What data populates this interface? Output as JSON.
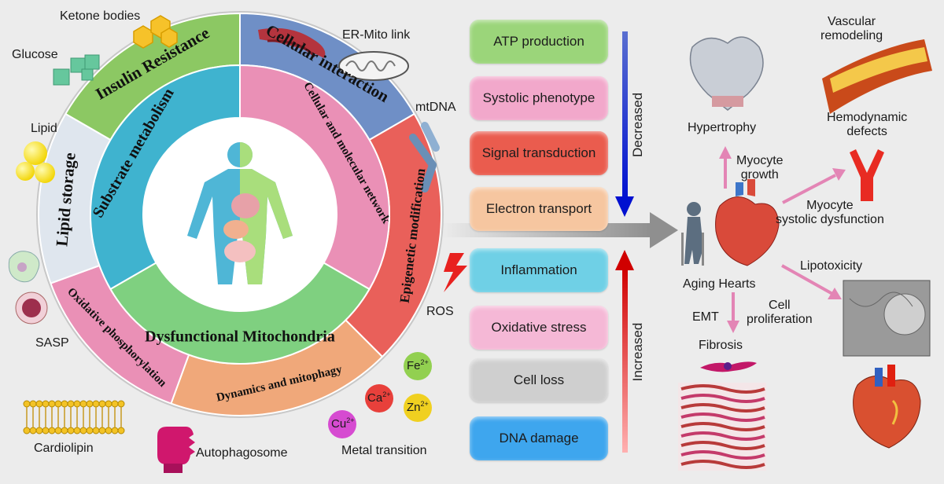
{
  "wheel": {
    "outer": [
      "Insulin Resistance",
      "Cellular interaction",
      "Epigenetic modification",
      "Dynamics and mitophagy",
      "Oxidative phosphorylation",
      "Lipid storage"
    ],
    "inner": [
      "Substrate metabolism",
      "Cellular and molecular network",
      "Dysfunctional Mitochondria"
    ]
  },
  "left_items": [
    "Ketone bodies",
    "Glucose",
    "Lipid",
    "SASP",
    "Cardiolipin",
    "Autophagosome"
  ],
  "top_items": [
    "ER-Mito link",
    "mtDNA"
  ],
  "ros_label": "ROS",
  "metals": {
    "label": "Metal transition",
    "ions": [
      {
        "base": "Fe",
        "sup": "2+"
      },
      {
        "base": "Ca",
        "sup": "2+"
      },
      {
        "base": "Zn",
        "sup": "2+"
      },
      {
        "base": "Cu",
        "sup": "2+"
      }
    ]
  },
  "decreased": {
    "label": "Decreased",
    "items": [
      "ATP production",
      "Systolic phenotype",
      "Signal transduction",
      "Electron transport"
    ]
  },
  "increased": {
    "label": "Increased",
    "items": [
      "Inflammation",
      "Oxidative stress",
      "Cell loss",
      "DNA damage"
    ]
  },
  "outcomes": {
    "center": "Aging Hearts",
    "hypertrophy": "Hypertrophy",
    "myocyte_growth": [
      "Myocyte",
      "growth"
    ],
    "vascular": [
      "Vascular",
      "remodeling"
    ],
    "hemodynamic": [
      "Hemodynamic",
      "defects"
    ],
    "systolic": [
      "Myocyte",
      "systolic dysfunction"
    ],
    "lipotoxicity": "Lipotoxicity",
    "emt": "EMT",
    "cell_prolif": [
      "Cell",
      "proliferation"
    ],
    "fibrosis": "Fibrosis"
  },
  "colors": {
    "green": "#8cc863",
    "blue": "#6f8fc6",
    "red": "#e9605a",
    "orange": "#f0a87a",
    "pink": "#ea90b6",
    "light": "#dfe6ee",
    "teal": "#3fb3cf",
    "lightgreen": "#7fd080"
  }
}
